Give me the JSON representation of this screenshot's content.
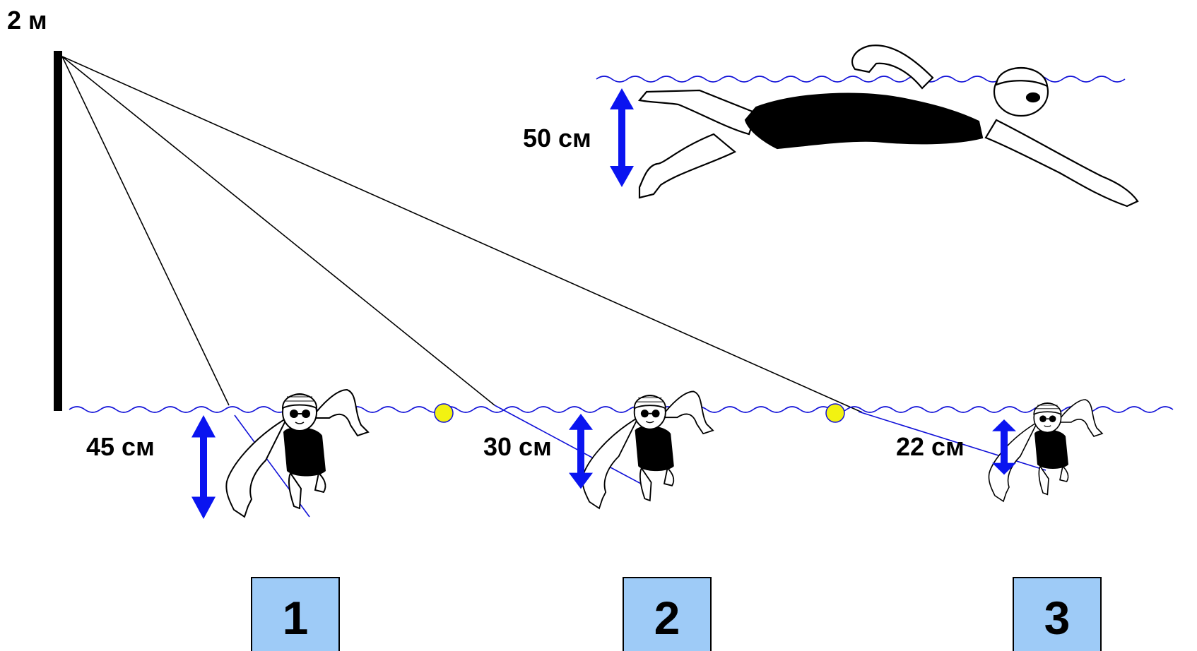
{
  "labels": {
    "pole_height": "2 м",
    "freestyle_depth": "50 см",
    "depth_1": "45 см",
    "depth_2": "30 см",
    "depth_3": "22 см"
  },
  "panels": [
    "1",
    "2",
    "3"
  ],
  "colors": {
    "water": "#1010d8",
    "arrow": "#0a14f0",
    "float": "#f2f211",
    "panel_fill": "#9ecbf7",
    "ink": "#000000"
  },
  "icons": [
    "freestyle-swimmer-icon",
    "front-view-swimmer-icon",
    "lane-float-icon",
    "double-arrow-icon"
  ]
}
